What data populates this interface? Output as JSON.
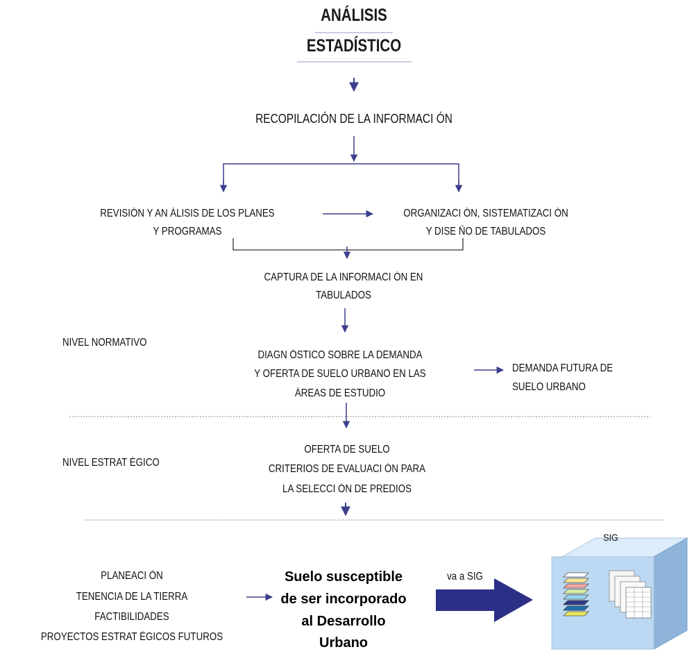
{
  "title": {
    "line1": "ANÁLISIS",
    "line2": "ESTADÍSTICO"
  },
  "steps": {
    "recopilacion": "RECOPILACIÓN DE LA INFORMACI ÓN",
    "revision_l1": "REVISIÓN Y AN ÁLISIS DE LOS PLANES",
    "revision_l2": "Y PROGRAMAS",
    "organizacion_l1": "ORGANIZACI ÓN, SISTEMATIZACI ÓN",
    "organizacion_l2": "Y DISE ÑO DE TABULADOS",
    "captura_l1": "CAPTURA DE LA INFORMACI  ÓN EN",
    "captura_l2": "TABULADOS",
    "diagnostico_l1": "DIAGN ÓSTICO SOBRE LA DEMANDA",
    "diagnostico_l2": "Y OFERTA DE SUELO URBANO  EN LAS",
    "diagnostico_l3": "ÁREAS DE ESTUDIO",
    "demanda_l1": "DEMANDA FUTURA DE",
    "demanda_l2": "SUELO URBANO",
    "oferta_l1": "OFERTA DE SUELO",
    "oferta_l2": "CRITERIOS DE EVALUACI  ÓN PARA",
    "oferta_l3": "LA SELECCI ÓN DE PREDIOS"
  },
  "levels": {
    "normativo": "NIVEL NORMATIVO",
    "estrategico": "NIVEL ESTRAT ÉGICO"
  },
  "inputs": {
    "l1": "PLANEACI ÓN",
    "l2": "TENENCIA DE LA TIERRA",
    "l3": "FACTIBILIDADES",
    "l4": "PROYECTOS ESTRAT ÉGICOS FUTUROS"
  },
  "result": {
    "l1": "Suelo susceptible",
    "l2": "de ser incorporado",
    "l3": "al Desarrollo",
    "l4": "Urbano"
  },
  "arrow_label": "va a SIG",
  "sig_label": "SIG",
  "colors": {
    "arrow": "#3b3f8c",
    "big_arrow": "#2c2f86",
    "cube_front": "#bcd8f2",
    "cube_top": "#dcecfb",
    "cube_side": "#8fb4da",
    "dotted_rule": "#8a8a8a",
    "layer_colors": [
      "#fde792",
      "#f3a5a5",
      "#d9f0a3",
      "#9bd7ef",
      "#2e3a8c",
      "#1f6fb0",
      "#e6e65a"
    ]
  },
  "icons": [
    "gis-layers-icon",
    "spreadsheet-stack-icon"
  ]
}
